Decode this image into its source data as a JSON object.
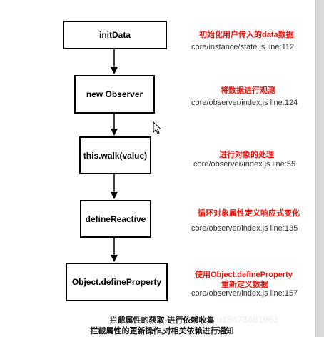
{
  "nodes": [
    {
      "label": "initData"
    },
    {
      "label": "new Observer"
    },
    {
      "label": "this.walk(value)"
    },
    {
      "label": "defineReactive"
    },
    {
      "label": "Object.defineProperty"
    }
  ],
  "notes": [
    {
      "title": "初始化用户传入的data数据",
      "path": "core/instance/state.js   line:112"
    },
    {
      "title": "将数据进行观测",
      "path": "core/observer/index.js   line:124"
    },
    {
      "title": "进行对象的处理",
      "path": "core/observer/index.js   line:55"
    },
    {
      "title": "循环对象属性定义响应式变化",
      "path": "core/observer/index.js   line:135"
    },
    {
      "title": "使用Object.defineProperty",
      "title2": "重新定义数据",
      "path": "core/observer/index.js   line:157"
    }
  ],
  "caption": {
    "line1": "拦截属性的获取-进行依赖收集",
    "line2": "拦截属性的更新操作,对相关依赖进行通知"
  },
  "watermark": "/u18473481961",
  "icons": {
    "cursor": "mouse-pointer-icon"
  }
}
